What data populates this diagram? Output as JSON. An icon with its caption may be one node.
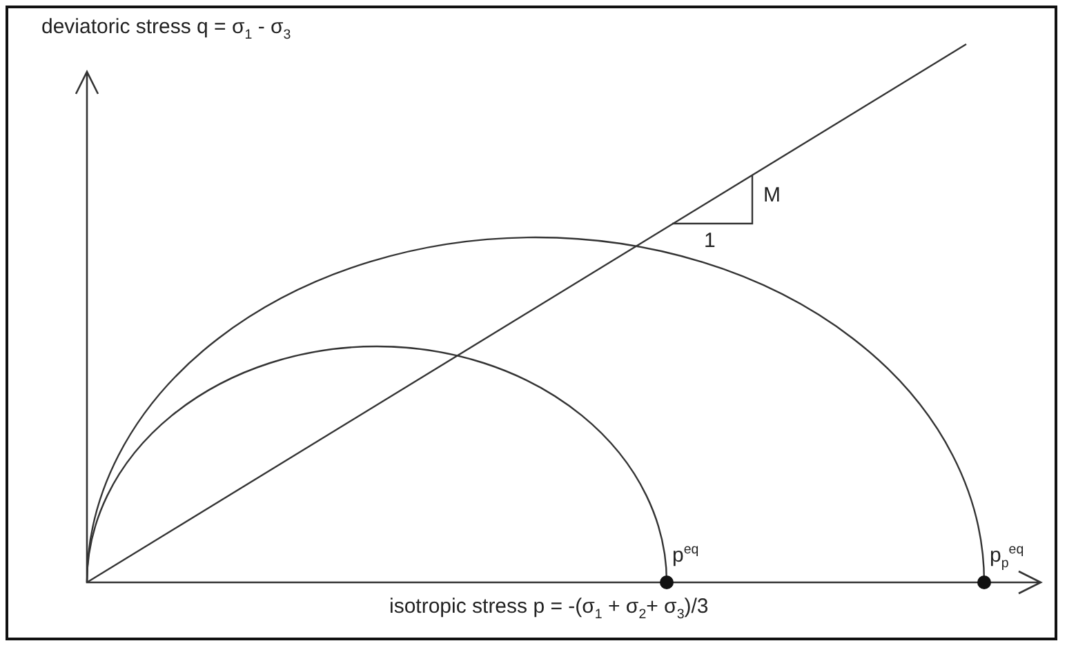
{
  "diagram": {
    "labels": [
      "deviatoric stress  q = σ$_{1}$ - σ$_{3}$",
      "M",
      "1",
      "p$^{eq}$",
      "p$_{p}$$^{eq}$",
      "isotropic stress  p = -(σ$_{1}$ + σ$_{2}$+ σ$_{3}$)/3"
    ]
  }
}
